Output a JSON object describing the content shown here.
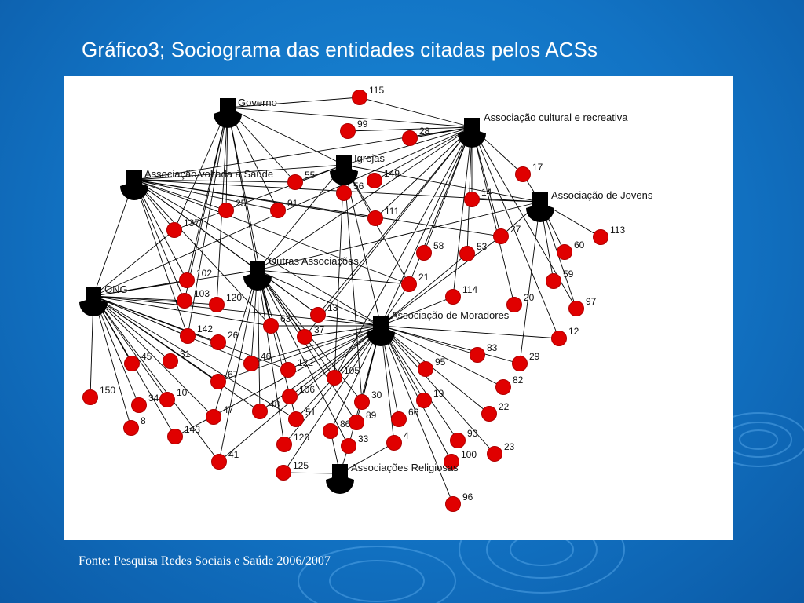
{
  "title": "Gráfico3; Sociograma das entidades citadas pelos ACSs",
  "source": "Fonte: Pesquisa Redes Sociais e Saúde 2006/2007",
  "colors": {
    "background": "#1273c4",
    "node": "#e00000",
    "entity": "#000000",
    "edge": "#000000"
  },
  "entities": [
    {
      "id": "gov",
      "label": "Governo"
    },
    {
      "id": "acr",
      "label": "Associação cultural e recreativa"
    },
    {
      "id": "igr",
      "label": "Igrejas"
    },
    {
      "id": "avs",
      "label": "Associação voltada à Saúde"
    },
    {
      "id": "aj",
      "label": "Associação de Jovens"
    },
    {
      "id": "oa",
      "label": "Outras Associações"
    },
    {
      "id": "ong",
      "label": "ONG"
    },
    {
      "id": "am",
      "label": "Associação de Moradores"
    },
    {
      "id": "ar",
      "label": "Associações Religiosas"
    }
  ],
  "nodes": [
    "115",
    "99",
    "28",
    "17",
    "149",
    "55",
    "56",
    "14",
    "25",
    "91",
    "111",
    "113",
    "137",
    "27",
    "60",
    "58",
    "53",
    "59",
    "102",
    "21",
    "114",
    "20",
    "97",
    "103",
    "120",
    "13",
    "63",
    "37",
    "12",
    "142",
    "26",
    "83",
    "29",
    "45",
    "31",
    "46",
    "122",
    "67",
    "105",
    "95",
    "82",
    "150",
    "10",
    "106",
    "30",
    "19",
    "34",
    "47",
    "48",
    "51",
    "89",
    "66",
    "22",
    "8",
    "143",
    "86",
    "126",
    "33",
    "4",
    "93",
    "41",
    "100",
    "23",
    "125",
    "96"
  ],
  "edges": [
    [
      "ong",
      "45"
    ],
    [
      "ong",
      "31"
    ],
    [
      "ong",
      "150"
    ],
    [
      "ong",
      "34"
    ],
    [
      "ong",
      "10"
    ],
    [
      "ong",
      "8"
    ],
    [
      "ong",
      "143"
    ],
    [
      "ong",
      "47"
    ],
    [
      "ong",
      "48"
    ],
    [
      "ong",
      "67"
    ],
    [
      "ong",
      "26"
    ],
    [
      "ong",
      "142"
    ],
    [
      "ong",
      "103"
    ],
    [
      "ong",
      "102"
    ],
    [
      "ong",
      "120"
    ],
    [
      "ong",
      "63"
    ],
    [
      "ong",
      "46"
    ],
    [
      "ong",
      "am"
    ],
    [
      "ong",
      "oa"
    ],
    [
      "ong",
      "avs"
    ],
    [
      "ong",
      "137"
    ],
    [
      "ong",
      "41"
    ],
    [
      "ong",
      "51"
    ],
    [
      "ong",
      "122"
    ],
    [
      "ong",
      "acr"
    ],
    [
      "am",
      "13"
    ],
    [
      "am",
      "37"
    ],
    [
      "am",
      "105"
    ],
    [
      "am",
      "106"
    ],
    [
      "am",
      "30"
    ],
    [
      "am",
      "89"
    ],
    [
      "am",
      "66"
    ],
    [
      "am",
      "4"
    ],
    [
      "am",
      "33"
    ],
    [
      "am",
      "93"
    ],
    [
      "am",
      "100"
    ],
    [
      "am",
      "96"
    ],
    [
      "am",
      "23"
    ],
    [
      "am",
      "22"
    ],
    [
      "am",
      "82"
    ],
    [
      "am",
      "19"
    ],
    [
      "am",
      "95"
    ],
    [
      "am",
      "83"
    ],
    [
      "am",
      "29"
    ],
    [
      "am",
      "12"
    ],
    [
      "am",
      "114"
    ],
    [
      "am",
      "21"
    ],
    [
      "am",
      "126"
    ],
    [
      "am",
      "125"
    ],
    [
      "am",
      "86"
    ],
    [
      "am",
      "122"
    ],
    [
      "am",
      "46"
    ],
    [
      "am",
      "63"
    ],
    [
      "am",
      "51"
    ],
    [
      "am",
      "48"
    ],
    [
      "am",
      "67"
    ],
    [
      "am",
      "143"
    ],
    [
      "am",
      "41"
    ],
    [
      "am",
      "oa"
    ],
    [
      "am",
      "27"
    ],
    [
      "am",
      "53"
    ],
    [
      "am",
      "acr"
    ],
    [
      "acr",
      "115"
    ],
    [
      "acr",
      "28"
    ],
    [
      "acr",
      "99"
    ],
    [
      "acr",
      "149"
    ],
    [
      "acr",
      "17"
    ],
    [
      "acr",
      "14"
    ],
    [
      "acr",
      "27"
    ],
    [
      "acr",
      "53"
    ],
    [
      "acr",
      "58"
    ],
    [
      "acr",
      "111"
    ],
    [
      "acr",
      "21"
    ],
    [
      "acr",
      "114"
    ],
    [
      "acr",
      "20"
    ],
    [
      "acr",
      "12"
    ],
    [
      "acr",
      "97"
    ],
    [
      "acr",
      "13"
    ],
    [
      "acr",
      "37"
    ],
    [
      "acr",
      "oa"
    ],
    [
      "acr",
      "igr"
    ],
    [
      "acr",
      "avs"
    ],
    [
      "acr",
      "105"
    ],
    [
      "gov",
      "115"
    ],
    [
      "gov",
      "25"
    ],
    [
      "gov",
      "91"
    ],
    [
      "gov",
      "137"
    ],
    [
      "gov",
      "102"
    ],
    [
      "gov",
      "103"
    ],
    [
      "gov",
      "142"
    ],
    [
      "gov",
      "55"
    ],
    [
      "gov",
      "igr"
    ],
    [
      "gov",
      "acr"
    ],
    [
      "gov",
      "oa"
    ],
    [
      "gov",
      "120"
    ],
    [
      "gov",
      "63"
    ],
    [
      "avs",
      "25"
    ],
    [
      "avs",
      "91"
    ],
    [
      "avs",
      "137"
    ],
    [
      "avs",
      "27"
    ],
    [
      "avs",
      "21"
    ],
    [
      "avs",
      "oa"
    ],
    [
      "avs",
      "102"
    ],
    [
      "avs",
      "103"
    ],
    [
      "avs",
      "142"
    ],
    [
      "avs",
      "13"
    ],
    [
      "avs",
      "63"
    ],
    [
      "avs",
      "am"
    ],
    [
      "avs",
      "igr"
    ],
    [
      "avs",
      "55"
    ],
    [
      "avs",
      "111"
    ],
    [
      "avs",
      "aj"
    ],
    [
      "igr",
      "56"
    ],
    [
      "igr",
      "111"
    ],
    [
      "igr",
      "55"
    ],
    [
      "igr",
      "21"
    ],
    [
      "igr",
      "137"
    ],
    [
      "igr",
      "am"
    ],
    [
      "igr",
      "105"
    ],
    [
      "igr",
      "30"
    ],
    [
      "igr",
      "oa"
    ],
    [
      "igr",
      "aj"
    ],
    [
      "oa",
      "13"
    ],
    [
      "oa",
      "37"
    ],
    [
      "oa",
      "122"
    ],
    [
      "oa",
      "46"
    ],
    [
      "oa",
      "105"
    ],
    [
      "oa",
      "30"
    ],
    [
      "oa",
      "89"
    ],
    [
      "oa",
      "51"
    ],
    [
      "oa",
      "48"
    ],
    [
      "oa",
      "126"
    ],
    [
      "oa",
      "33"
    ],
    [
      "oa",
      "41"
    ],
    [
      "oa",
      "47"
    ],
    [
      "oa",
      "63"
    ],
    [
      "oa",
      "21"
    ],
    [
      "oa",
      "aj"
    ],
    [
      "aj",
      "27"
    ],
    [
      "aj",
      "60"
    ],
    [
      "aj",
      "113"
    ],
    [
      "aj",
      "97"
    ],
    [
      "aj",
      "59"
    ],
    [
      "aj",
      "14"
    ],
    [
      "aj",
      "17"
    ],
    [
      "aj",
      "29"
    ],
    [
      "ar",
      "125"
    ],
    [
      "ar",
      "33"
    ],
    [
      "ar",
      "4"
    ],
    [
      "ar",
      "86"
    ]
  ]
}
